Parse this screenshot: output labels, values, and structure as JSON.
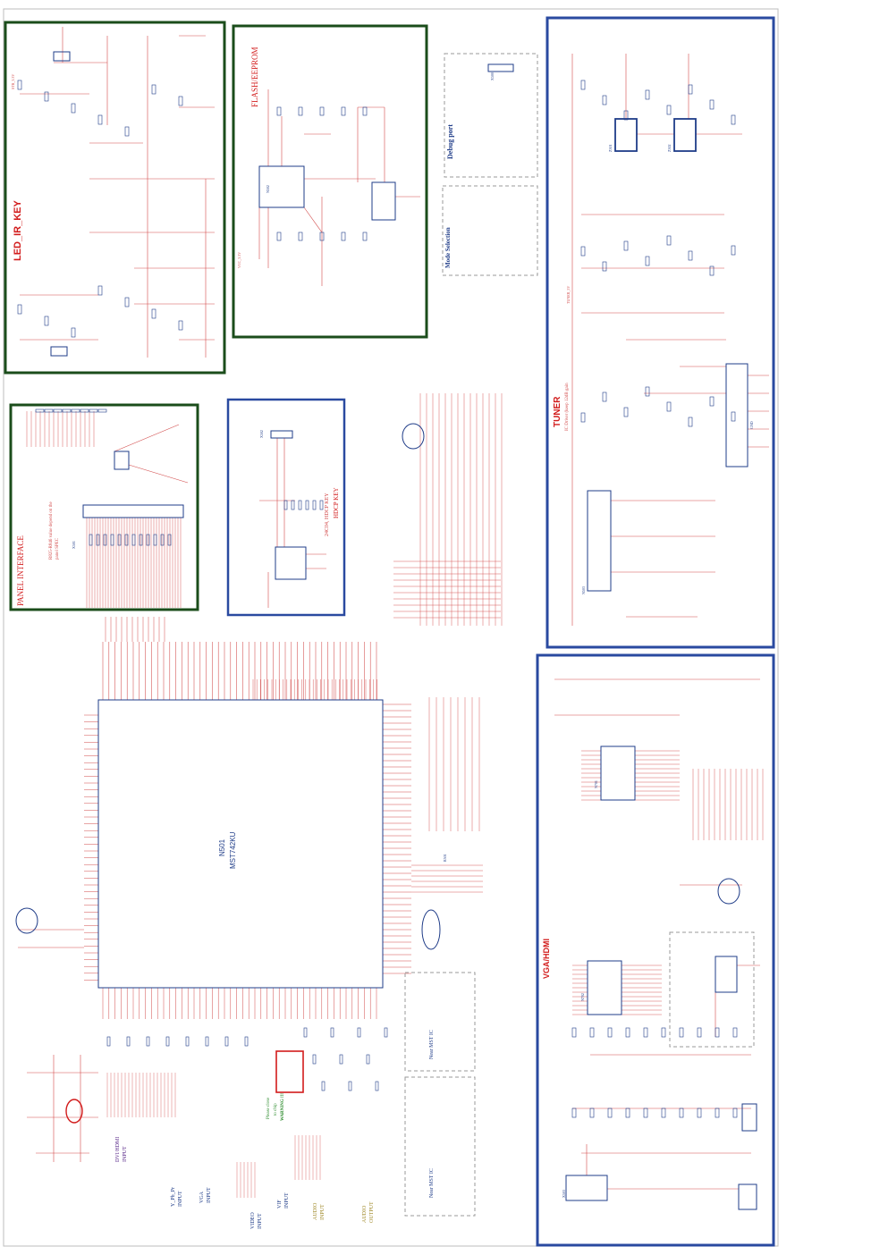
{
  "colors": {
    "wire": "#d24a4a",
    "part": "#1f3c88",
    "block_green": "#1b4d1b",
    "block_blue": "#2a4aa0",
    "title_red": "#d21c1c",
    "text_blue": "#2a4aa0",
    "dashed": "#9a9a9a"
  },
  "blocks": {
    "led_ir_key": "LED_IR_KEY",
    "flash_eeprom": "FLASH/EEPROM",
    "panel_interface": "PANEL INTERFACE",
    "hdcp_key": "HDCP KEY",
    "tuner": "TUNER",
    "vga_hdmi": "VGA/HDMI",
    "debug_port": "Debug port",
    "mode_selection": "Mode Selection"
  },
  "main_ic": {
    "ref": "N501",
    "part": "MST742KU"
  },
  "input_labels": {
    "dvi_hdmi": "DVI/HDMI INPUT",
    "vga": "VGA INPUT",
    "ypbpr": "Y_Pb_Pr INPUT",
    "video": "VIDEO INPUT",
    "vif": "VIF INPUT",
    "audio": "AUDIO INPUT",
    "audio_output": "AUDIO OUTPUT"
  },
  "notes": {
    "near_mst_1": "Near MST IC",
    "near_mst_2": "Near MST IC",
    "warning_1": "Please close",
    "warning_2": "to chip",
    "warning_3": "WARNING !!!",
    "tuner_note": "IC Driver (keep 12dB gain",
    "panel_note": "R825-R846 value depend on the panel SPEC",
    "hdcp_note": "24C04, HDCP KEY"
  },
  "ref_texts": {
    "r501": "R501",
    "n502": "N502",
    "n503": "N503",
    "n701": "N701",
    "n702": "N702",
    "x500": "X500",
    "x501": "X501",
    "x502": "X502",
    "x503": "X503",
    "z501": "Z501",
    "z502": "Z502",
    "stb_3v3": "STB_3.3V",
    "vcc_3v3": "VCC_3.3V",
    "tuner_5v": "TUNER_5V",
    "gnd": "GND"
  }
}
